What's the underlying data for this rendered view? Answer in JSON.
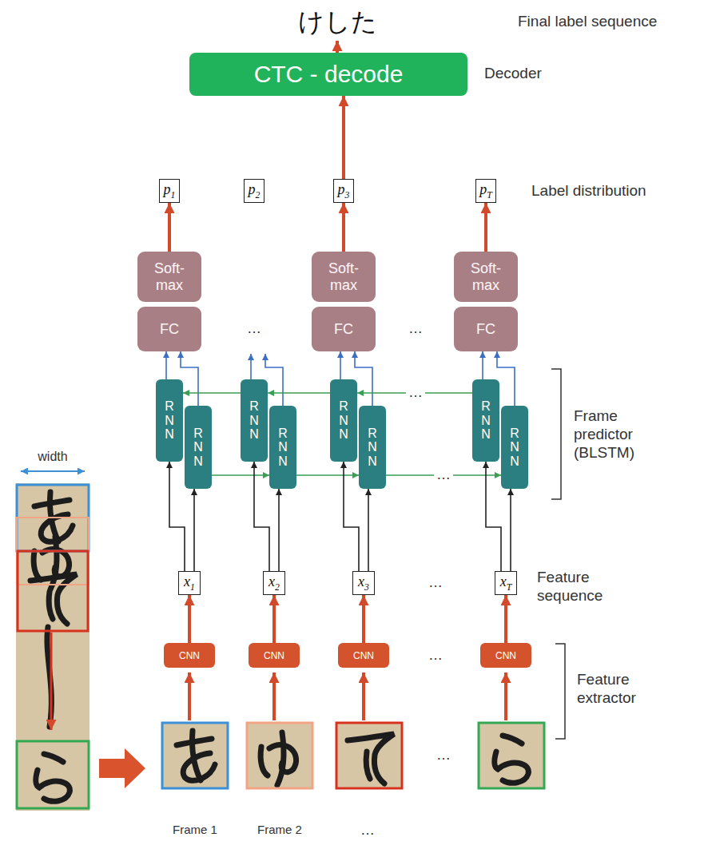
{
  "diagram": {
    "nodes": [
      {
        "text": [
          "CTC - decode"
        ]
      },
      {
        "text": [
          "p1"
        ]
      },
      {
        "text": [
          "p2"
        ]
      },
      {
        "text": [
          "p3"
        ]
      },
      {
        "text": [
          "pT"
        ]
      },
      {
        "text": [
          "Soft- max"
        ]
      },
      {
        "text": [
          "FC"
        ]
      },
      {
        "text": [
          "Soft- max"
        ]
      },
      {
        "text": [
          "FC"
        ]
      },
      {
        "text": [
          "Soft- max"
        ]
      },
      {
        "text": [
          "FC"
        ]
      },
      {
        "text": [
          "RNN"
        ]
      },
      {
        "text": [
          "RNN"
        ]
      },
      {
        "text": [
          "RNN"
        ]
      },
      {
        "text": [
          "RNN"
        ]
      },
      {
        "text": [
          "RNN"
        ]
      },
      {
        "text": [
          "RNN"
        ]
      },
      {
        "text": [
          "RNN"
        ]
      },
      {
        "text": [
          "RNN"
        ]
      },
      {
        "text": [
          "x1"
        ]
      },
      {
        "text": [
          "x2"
        ]
      },
      {
        "text": [
          "x3"
        ]
      },
      {
        "text": [
          "xT"
        ]
      },
      {
        "text": [
          "CNN"
        ]
      },
      {
        "text": [
          "CNN"
        ]
      },
      {
        "text": [
          "CNN"
        ]
      },
      {
        "text": [
          "CNN"
        ]
      }
    ],
    "edges": [
      {
        "from": 3,
        "to": 0,
        "arrow": "to"
      },
      {
        "from": 5,
        "to": 1,
        "arrow": "to"
      },
      {
        "from": 7,
        "to": 3,
        "arrow": "to"
      },
      {
        "from": 9,
        "to": 4,
        "arrow": "to"
      },
      {
        "from": 11,
        "to": 6,
        "arrow": "to"
      },
      {
        "from": 12,
        "to": 6,
        "arrow": "to"
      },
      {
        "from": 15,
        "to": 8,
        "arrow": "to"
      },
      {
        "from": 16,
        "to": 8,
        "arrow": "to"
      },
      {
        "from": 17,
        "to": 10,
        "arrow": "to"
      },
      {
        "from": 18,
        "to": 10,
        "arrow": "to"
      },
      {
        "from": 13,
        "to": 11,
        "arrow": "to"
      },
      {
        "from": 15,
        "to": 13,
        "arrow": "to"
      },
      {
        "from": 17,
        "to": 15,
        "arrow": "to"
      },
      {
        "from": 12,
        "to": 14,
        "arrow": "to"
      },
      {
        "from": 14,
        "to": 16,
        "arrow": "to"
      },
      {
        "from": 16,
        "to": 18,
        "arrow": "to"
      },
      {
        "from": 19,
        "to": 11,
        "arrow": "to"
      },
      {
        "from": 19,
        "to": 12,
        "arrow": "to"
      },
      {
        "from": 20,
        "to": 13,
        "arrow": "to"
      },
      {
        "from": 20,
        "to": 14,
        "arrow": "to"
      },
      {
        "from": 21,
        "to": 15,
        "arrow": "to"
      },
      {
        "from": 21,
        "to": 16,
        "arrow": "to"
      },
      {
        "from": 22,
        "to": 17,
        "arrow": "to"
      },
      {
        "from": 22,
        "to": 18,
        "arrow": "to"
      },
      {
        "from": 23,
        "to": 19,
        "arrow": "to"
      },
      {
        "from": 24,
        "to": 20,
        "arrow": "to"
      },
      {
        "from": 25,
        "to": 21,
        "arrow": "to"
      },
      {
        "from": 26,
        "to": 22,
        "arrow": "to"
      }
    ],
    "labels": [
      "けした",
      "Final label sequence",
      "Decoder",
      "Label distribution",
      "…",
      "…",
      "Frame predictor (BLSTM)",
      "…",
      "…",
      "Feature sequence",
      "…",
      "width",
      "…",
      "Feature extractor",
      "…",
      "Frame 1",
      "Frame 2",
      "…"
    ]
  }
}
